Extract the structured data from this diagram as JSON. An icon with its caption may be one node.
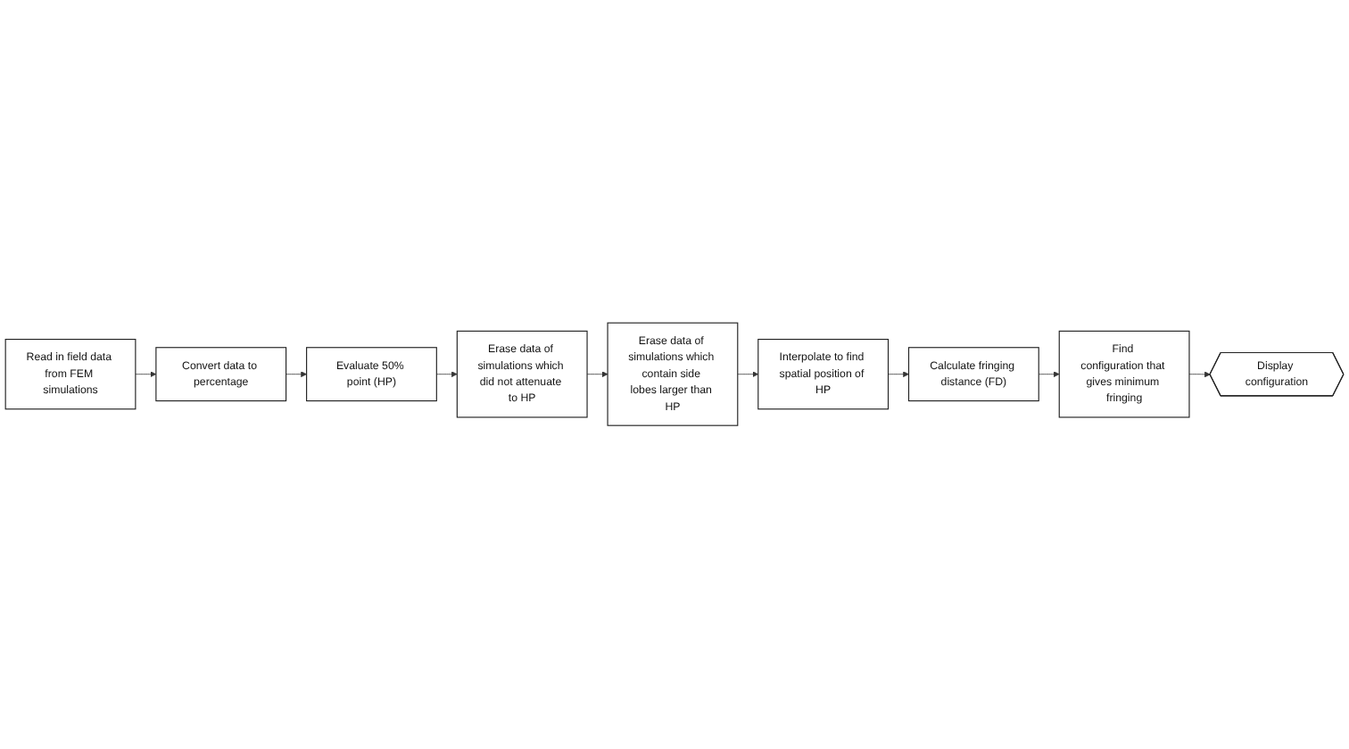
{
  "diagram": {
    "nodes": [
      {
        "text": [
          "Read in field data from FEM simulations"
        ]
      },
      {
        "text": [
          "Convert data to percentage"
        ]
      },
      {
        "text": [
          "Evaluate 50% point (HP)"
        ]
      },
      {
        "text": [
          "Erase data of simulations which did not attenuate to HP"
        ]
      },
      {
        "text": [
          "Erase data of simulations which contain side lobes larger than HP"
        ]
      },
      {
        "text": [
          "Interpolate to find spatial position of HP"
        ]
      },
      {
        "text": [
          "Calculate fringing distance (FD)"
        ]
      },
      {
        "text": [
          "Find configuration that gives minimum fringing"
        ]
      },
      {
        "text": [
          "Display configuration"
        ]
      }
    ],
    "edges": [
      {
        "from": 0,
        "to": 1,
        "arrow": "to"
      },
      {
        "from": 1,
        "to": 2,
        "arrow": "to"
      },
      {
        "from": 2,
        "to": 3,
        "arrow": "to"
      },
      {
        "from": 3,
        "to": 4,
        "arrow": "to"
      },
      {
        "from": 4,
        "to": 5,
        "arrow": "to"
      },
      {
        "from": 5,
        "to": 6,
        "arrow": "to"
      },
      {
        "from": 6,
        "to": 7,
        "arrow": "to"
      },
      {
        "from": 7,
        "to": 8,
        "arrow": "to"
      }
    ]
  }
}
